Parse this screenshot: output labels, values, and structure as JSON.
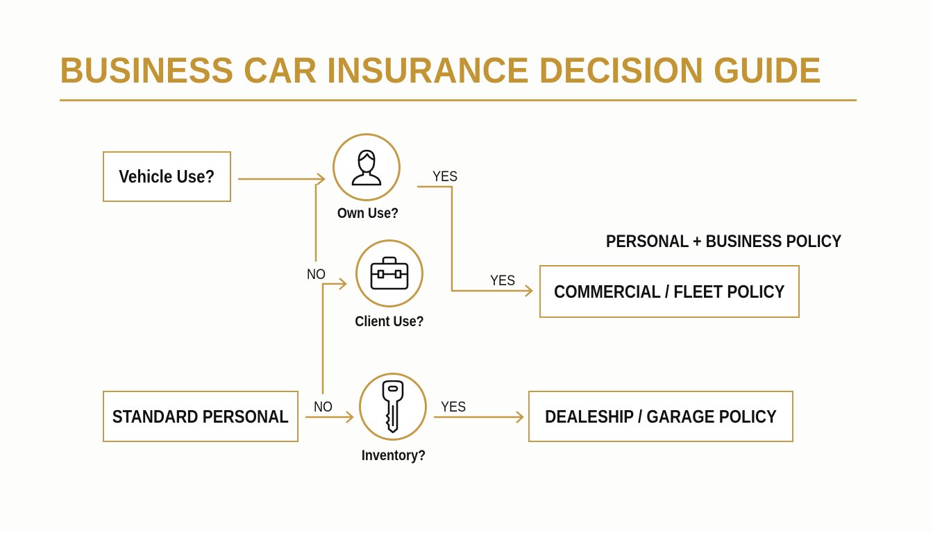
{
  "title": "BUSINESS CAR INSURANCE DECISION GUIDE",
  "accent_color": "#c49a45",
  "boxes": {
    "vehicle_use": "Vehicle Use?",
    "standard_personal": "STANDARD PERSONAL",
    "commercial_fleet": "COMMERCIAL / FLEET POLICY",
    "dealership_garage": "DEALESHIP / GARAGE POLICY"
  },
  "nodes": {
    "own_use": {
      "label": "Own Use?",
      "icon": "person-icon"
    },
    "client_use": {
      "label": "Client Use?",
      "icon": "briefcase-icon"
    },
    "inventory": {
      "label": "Inventory?",
      "icon": "key-icon"
    }
  },
  "standalone_label": "PERSONAL + BUSINESS POLICY",
  "edge_labels": {
    "own_yes": "YES",
    "own_no": "NO",
    "client_yes": "YES",
    "standard_no": "NO",
    "inventory_yes": "YES"
  }
}
